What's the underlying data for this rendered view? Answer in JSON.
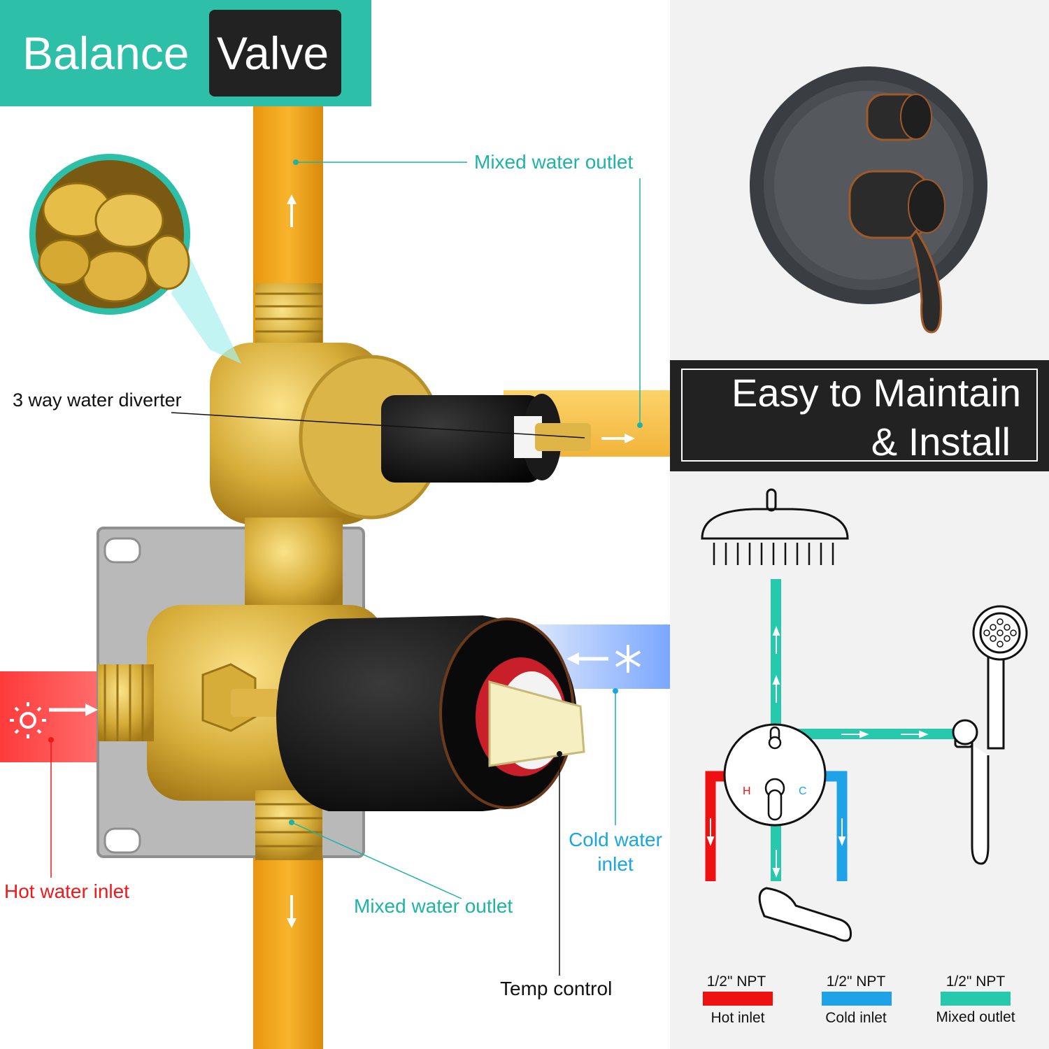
{
  "title": {
    "word1": "Balance",
    "word2": "Valve"
  },
  "banner": {
    "line1": "Easy to Maintain",
    "line2": "& Install"
  },
  "callouts": {
    "mixed_outlet_top": "Mixed water outlet",
    "diverter": "3 way water diverter",
    "hot_inlet": "Hot water inlet",
    "cold_inlet_l1": "Cold water",
    "cold_inlet_l2": "inlet",
    "mixed_outlet_bottom": "Mixed water outlet",
    "temp_control": "Temp control"
  },
  "diagram": {
    "hot_mark": "H",
    "cold_mark": "C"
  },
  "legend": [
    {
      "spec": "1/2\" NPT",
      "label": "Hot inlet",
      "color": "#ee1111"
    },
    {
      "spec": "1/2\" NPT",
      "label": "Cold inlet",
      "color": "#1ea3e8"
    },
    {
      "spec": "1/2\" NPT",
      "label": "Mixed outlet",
      "color": "#27c9ad"
    }
  ],
  "colors": {
    "accent": "#2ebfa8",
    "hot": "#ee1111",
    "cold": "#1ea3e8",
    "mixed": "#27c9ad",
    "brass": "#c9a227"
  }
}
